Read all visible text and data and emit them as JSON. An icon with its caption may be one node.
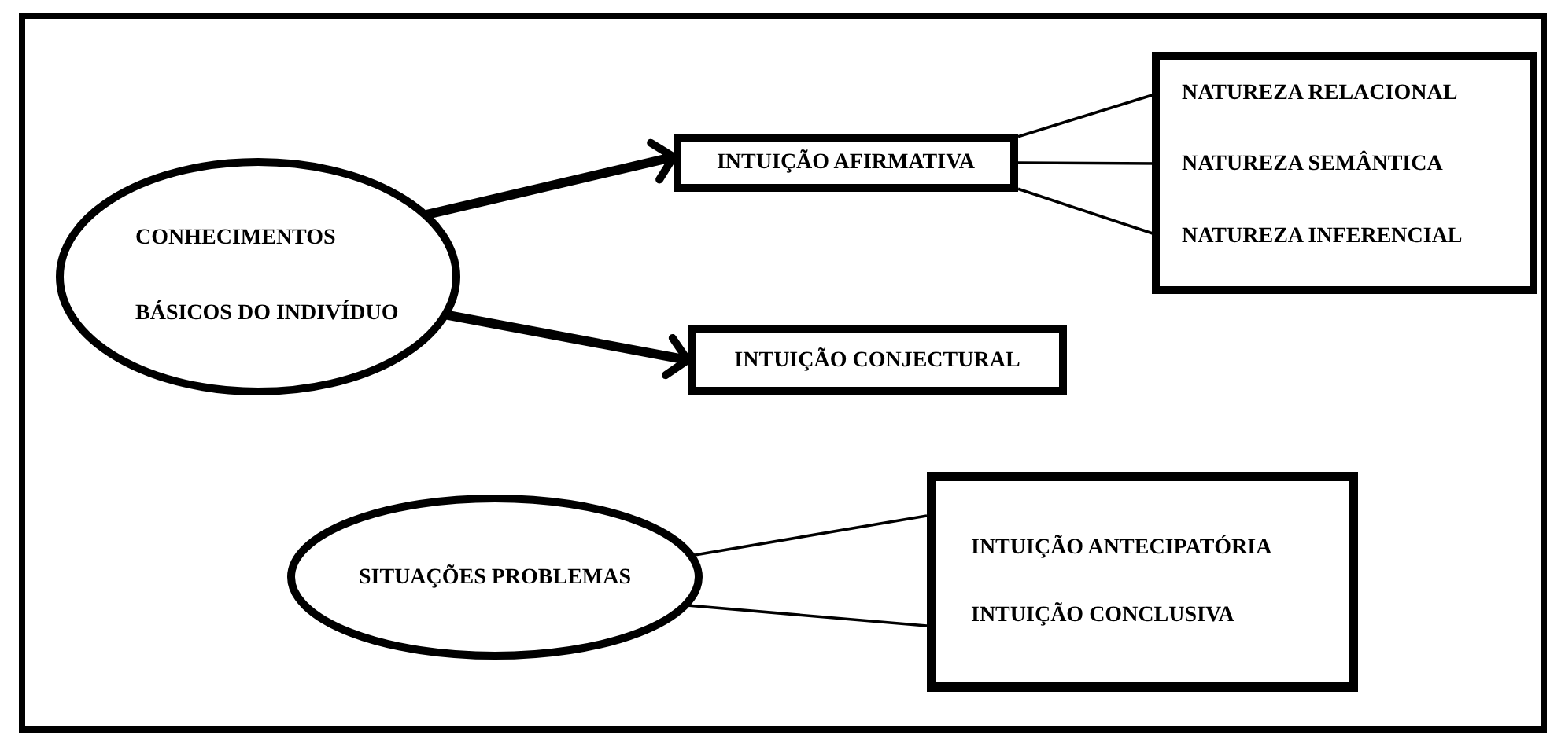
{
  "diagram": {
    "nodes": [
      {
        "text": [
          "CONHECIMENTOS BÁSICOS DO INDIVÍDUO"
        ]
      },
      {
        "text": [
          "INTUIÇÃO AFIRMATIVA"
        ]
      },
      {
        "text": [
          "INTUIÇÃO CONJECTURAL"
        ]
      },
      {
        "text": [],
        "shape": "box"
      },
      {
        "text": [
          "NATUREZA RELACIONAL"
        ],
        "in": 3
      },
      {
        "text": [
          "NATUREZA SEMÂNTICA"
        ],
        "in": 3
      },
      {
        "text": [
          "NATUREZA INFERENCIAL"
        ],
        "in": 3
      },
      {
        "text": [
          "SITUAÇÕES PROBLEMAS"
        ]
      },
      {
        "text": [
          "INTUIÇÃO ANTECIPATÓRIA",
          "INTUIÇÃO CONCLUSIVA"
        ]
      }
    ],
    "edges": [
      {
        "from": 0,
        "to": 1,
        "arrow": "to",
        "style": "thick"
      },
      {
        "from": 0,
        "to": 2,
        "arrow": "to",
        "style": "thick"
      },
      {
        "from": 1,
        "to": 4,
        "arrow": "none"
      },
      {
        "from": 1,
        "to": 5,
        "arrow": "none"
      },
      {
        "from": 1,
        "to": 6,
        "arrow": "none"
      },
      {
        "from": 7,
        "to": 8,
        "arrow": "none"
      },
      {
        "from": 7,
        "to": 8,
        "arrow": "none"
      }
    ]
  }
}
